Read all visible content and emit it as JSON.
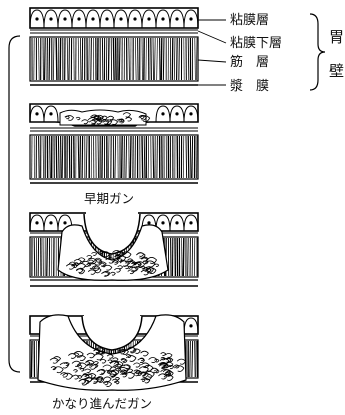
{
  "layer_labels": {
    "mucosa": "粘膜層",
    "submucosa": "粘膜下層",
    "muscle": "筋　層",
    "serosa": "漿　膜"
  },
  "wall_label": [
    "胃",
    "壁"
  ],
  "captions": {
    "early": "早期ガン",
    "advanced": "かなり進んだガン"
  }
}
